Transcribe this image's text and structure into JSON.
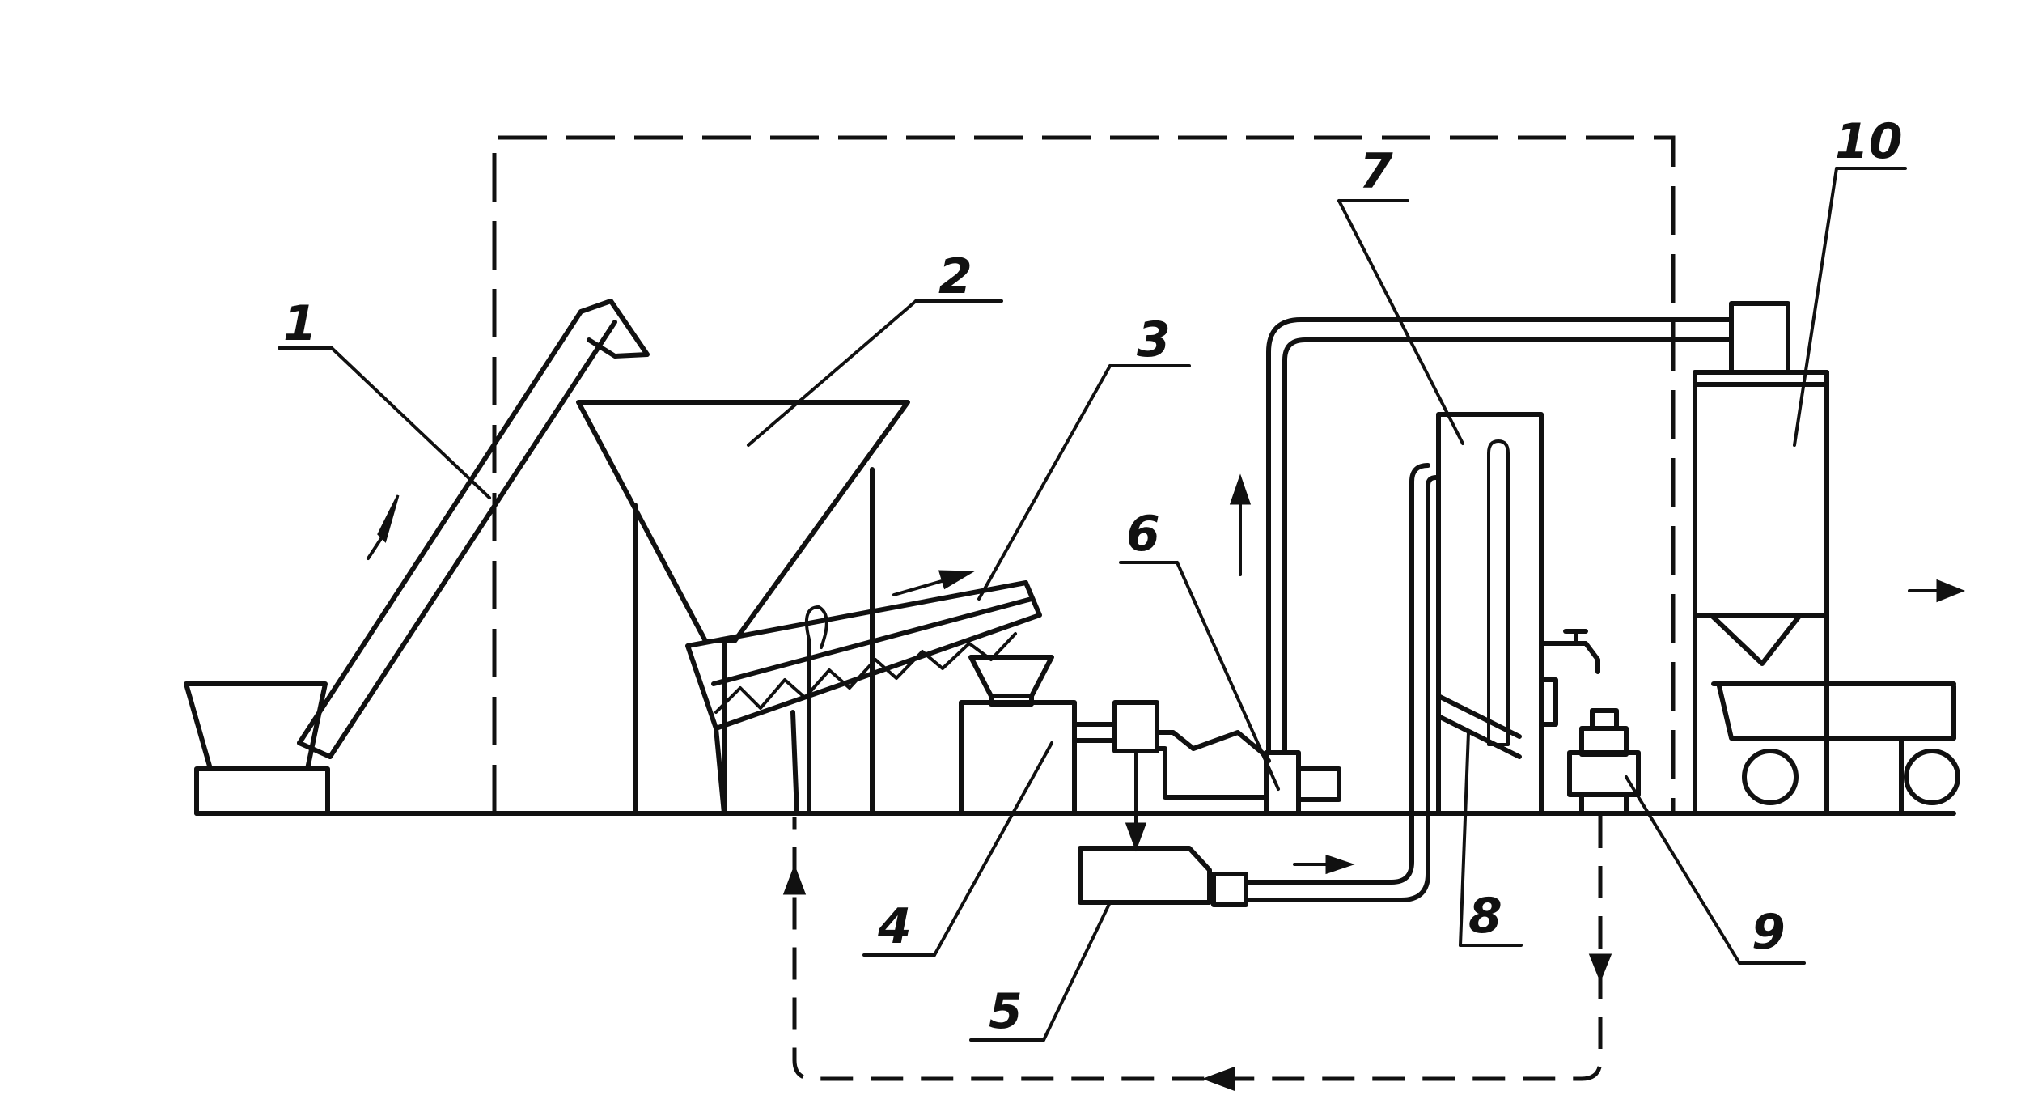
{
  "diagram": {
    "labels": {
      "l1": "1",
      "l2": "2",
      "l3": "3",
      "l4": "4",
      "l5": "5",
      "l6": "6",
      "l7": "7",
      "l8": "8",
      "l9": "9",
      "l10": "10"
    },
    "ink_color": "#111111",
    "background_color": "#ffffff"
  }
}
